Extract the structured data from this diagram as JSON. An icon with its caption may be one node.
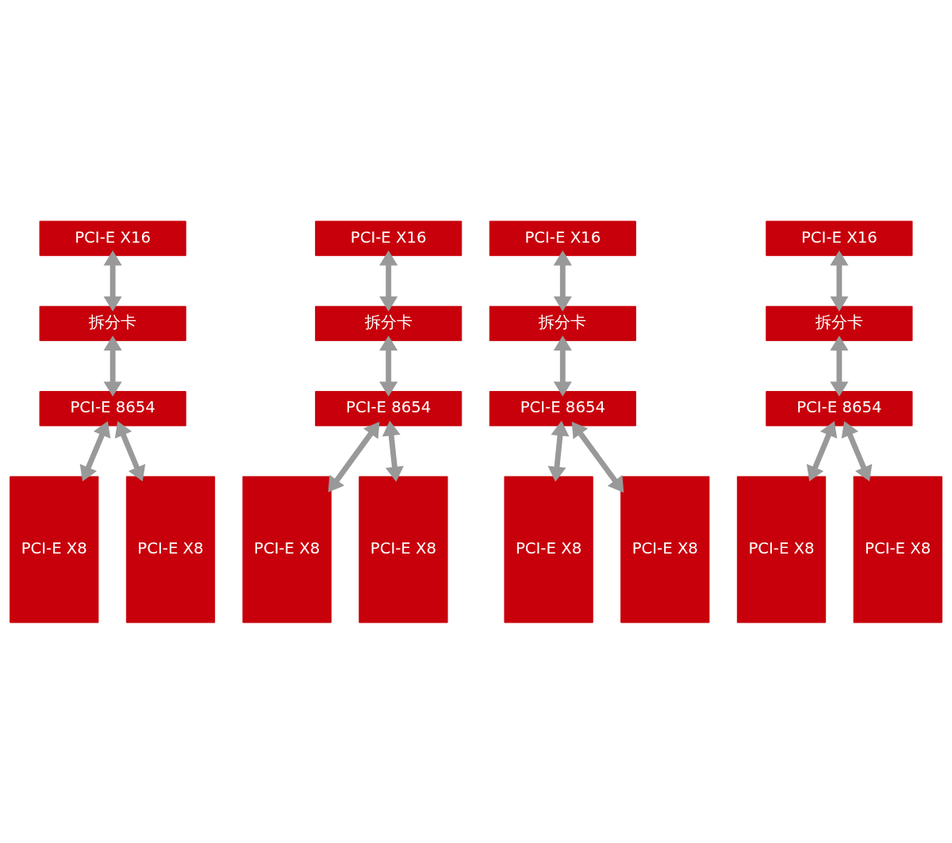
{
  "diagram": {
    "nodes": [
      {
        "text": [
          "PCI-E X16"
        ]
      },
      {
        "text": [
          "PCI-E X16"
        ]
      },
      {
        "text": [
          "PCI-E X16"
        ]
      },
      {
        "text": [
          "PCI-E X16"
        ]
      },
      {
        "text": [
          "拆分卡"
        ]
      },
      {
        "text": [
          "拆分卡"
        ]
      },
      {
        "text": [
          "拆分卡"
        ]
      },
      {
        "text": [
          "拆分卡"
        ]
      },
      {
        "text": [
          "PCI-E 8654"
        ]
      },
      {
        "text": [
          "PCI-E 8654"
        ]
      },
      {
        "text": [
          "PCI-E 8654"
        ]
      },
      {
        "text": [
          "PCI-E 8654"
        ]
      },
      {
        "text": [
          "PCI-E X8"
        ]
      },
      {
        "text": [
          "PCI-E X8"
        ]
      },
      {
        "text": [
          "PCI-E X8"
        ]
      },
      {
        "text": [
          "PCI-E X8"
        ]
      },
      {
        "text": [
          "PCI-E X8"
        ]
      },
      {
        "text": [
          "PCI-E X8"
        ]
      },
      {
        "text": [
          "PCI-E X8"
        ]
      },
      {
        "text": [
          "PCI-E X8"
        ]
      }
    ],
    "edges": [
      {
        "from": 0,
        "to": 4,
        "arrow": "both"
      },
      {
        "from": 1,
        "to": 5,
        "arrow": "both"
      },
      {
        "from": 2,
        "to": 6,
        "arrow": "both"
      },
      {
        "from": 3,
        "to": 7,
        "arrow": "both"
      },
      {
        "from": 4,
        "to": 8,
        "arrow": "both"
      },
      {
        "from": 5,
        "to": 9,
        "arrow": "both"
      },
      {
        "from": 6,
        "to": 10,
        "arrow": "both"
      },
      {
        "from": 7,
        "to": 11,
        "arrow": "both"
      },
      {
        "from": 8,
        "to": 12,
        "arrow": "both"
      },
      {
        "from": 8,
        "to": 13,
        "arrow": "both"
      },
      {
        "from": 9,
        "to": 14,
        "arrow": "both"
      },
      {
        "from": 9,
        "to": 15,
        "arrow": "both"
      },
      {
        "from": 10,
        "to": 16,
        "arrow": "both"
      },
      {
        "from": 10,
        "to": 17,
        "arrow": "both"
      },
      {
        "from": 11,
        "to": 18,
        "arrow": "both"
      },
      {
        "from": 11,
        "to": 19,
        "arrow": "both"
      }
    ]
  }
}
